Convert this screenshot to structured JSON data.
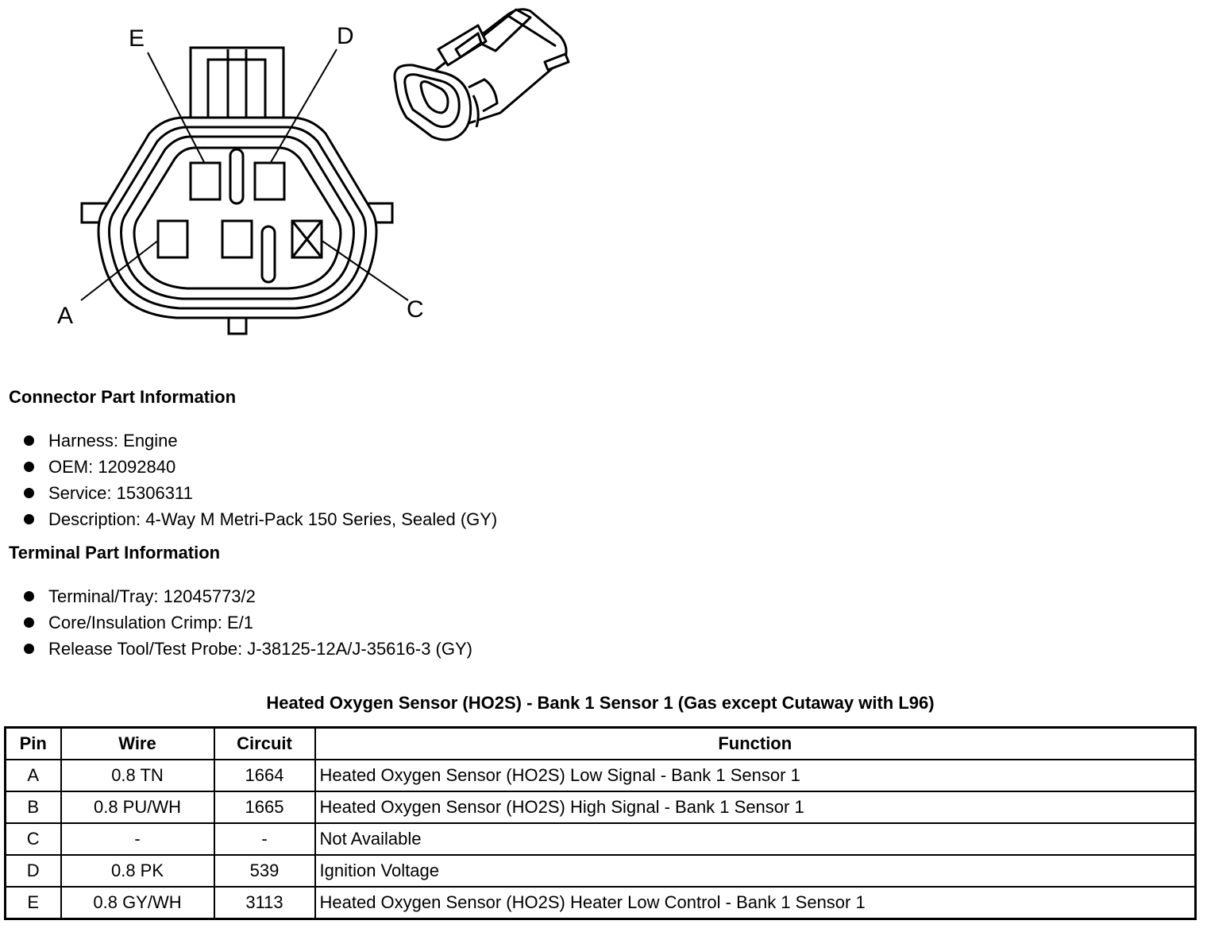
{
  "diagram": {
    "pin_labels": {
      "A": "A",
      "C": "C",
      "D": "D",
      "E": "E"
    }
  },
  "connector_info": {
    "heading": "Connector Part Information",
    "items": [
      "Harness: Engine",
      "OEM: 12092840",
      "Service: 15306311",
      "Description: 4-Way M Metri-Pack 150 Series, Sealed (GY)"
    ]
  },
  "terminal_info": {
    "heading": "Terminal Part Information",
    "items": [
      "Terminal/Tray: 12045773/2",
      "Core/Insulation Crimp: E/1",
      "Release Tool/Test Probe: J-38125-12A/J-35616-3 (GY)"
    ]
  },
  "pin_table": {
    "title": "Heated Oxygen Sensor (HO2S) - Bank 1 Sensor 1 (Gas except Cutaway with L96)",
    "headers": [
      "Pin",
      "Wire",
      "Circuit",
      "Function"
    ],
    "rows": [
      [
        "A",
        "0.8 TN",
        "1664",
        "Heated Oxygen Sensor (HO2S) Low Signal - Bank 1 Sensor 1"
      ],
      [
        "B",
        "0.8 PU/WH",
        "1665",
        "Heated Oxygen Sensor (HO2S) High Signal - Bank 1 Sensor 1"
      ],
      [
        "C",
        "-",
        "-",
        "Not Available"
      ],
      [
        "D",
        "0.8 PK",
        "539",
        "Ignition Voltage"
      ],
      [
        "E",
        "0.8 GY/WH",
        "3113",
        "Heated Oxygen Sensor (HO2S) Heater Low Control - Bank 1 Sensor 1"
      ]
    ]
  }
}
